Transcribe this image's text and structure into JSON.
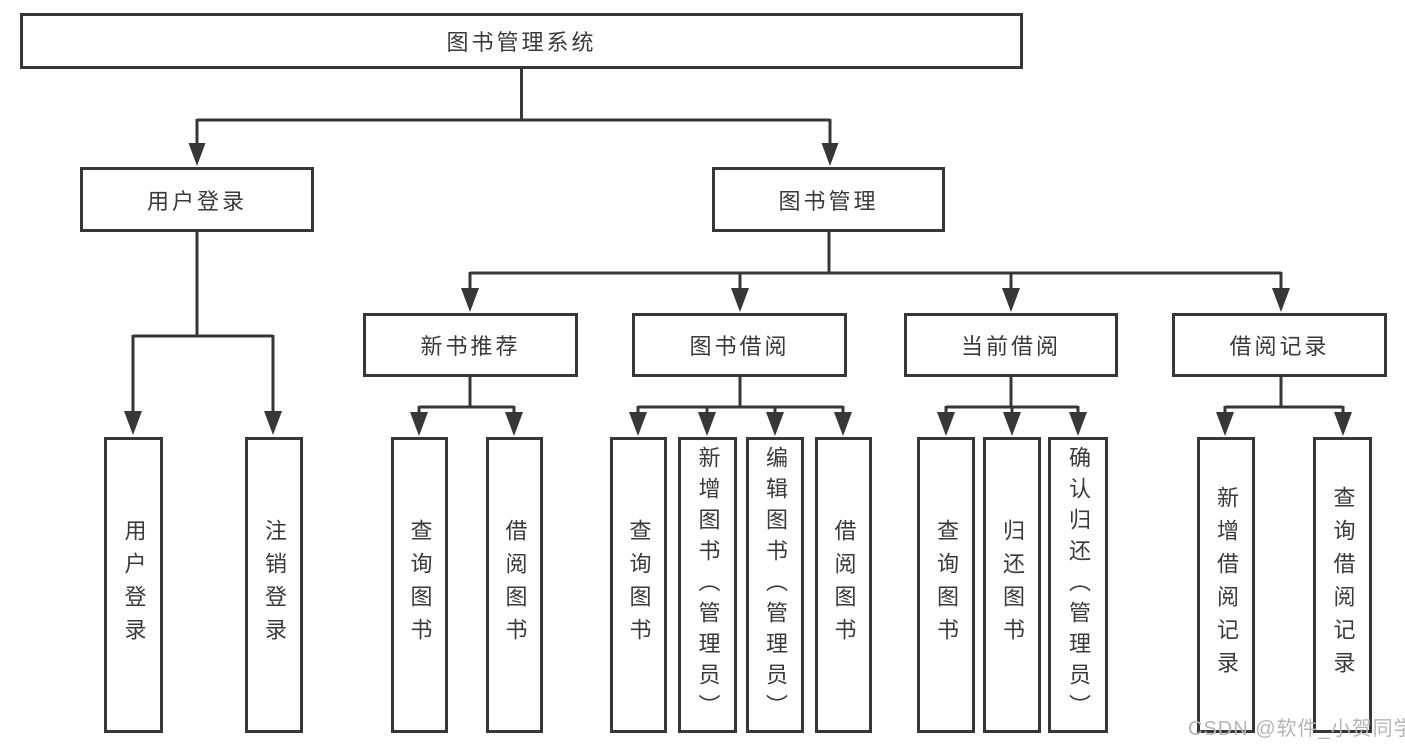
{
  "tree": {
    "root": {
      "label": "图书管理系统",
      "children": [
        {
          "label": "用户登录",
          "children": [
            {
              "label": "用户登录"
            },
            {
              "label": "注销登录"
            }
          ]
        },
        {
          "label": "图书管理",
          "children": [
            {
              "label": "新书推荐",
              "children": [
                {
                  "label": "查询图书"
                },
                {
                  "label": "借阅图书"
                }
              ]
            },
            {
              "label": "图书借阅",
              "children": [
                {
                  "label": "查询图书"
                },
                {
                  "label": "新增图书（管理员）"
                },
                {
                  "label": "编辑图书（管理员）"
                },
                {
                  "label": "借阅图书"
                }
              ]
            },
            {
              "label": "当前借阅",
              "children": [
                {
                  "label": "查询图书"
                },
                {
                  "label": "归还图书"
                },
                {
                  "label": "确认归还（管理员）"
                }
              ]
            },
            {
              "label": "借阅记录",
              "children": [
                {
                  "label": "新增借阅记录"
                },
                {
                  "label": "查询借阅记录"
                }
              ]
            }
          ]
        }
      ]
    }
  },
  "watermark": {
    "text": "CSDN @软件_小贺同学"
  },
  "colors": {
    "line": "#373737",
    "text": "#3a3a3a",
    "watermark": "#b5b5b5",
    "background": "#ffffff"
  }
}
